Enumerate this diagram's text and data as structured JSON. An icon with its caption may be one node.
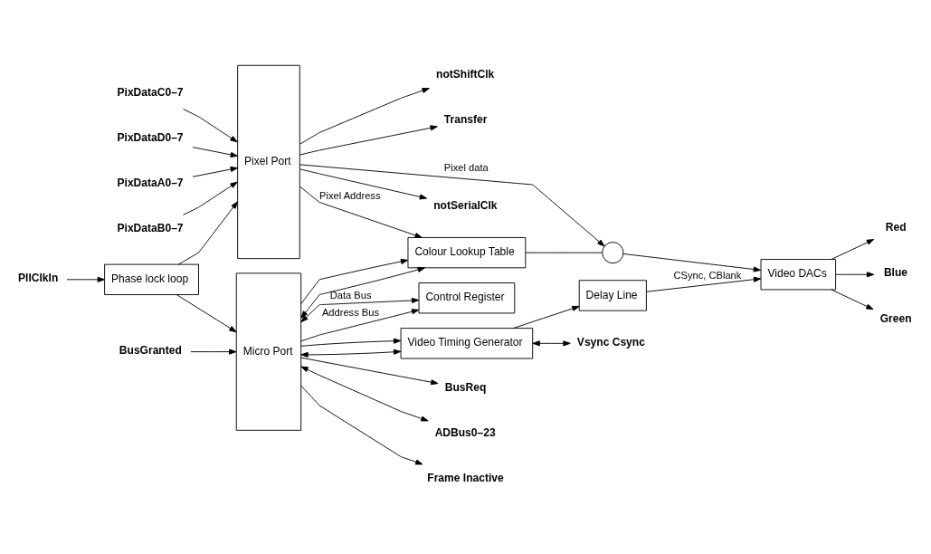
{
  "diagram": {
    "nodes": [
      {
        "text": [
          "PllClkIn"
        ]
      },
      {
        "text": [
          "Phase lock loop"
        ]
      },
      {
        "text": [
          "Micro Port"
        ]
      },
      {
        "text": [
          "Control Register"
        ]
      },
      {
        "text": [
          "Video Timing Generator"
        ]
      },
      {
        "text": [
          "Colour Lookup Table"
        ]
      },
      {
        "text": [
          "Pixel Port"
        ]
      },
      {
        "text": [],
        "shape": "circle"
      },
      {
        "text": [
          "Delay Line"
        ]
      },
      {
        "text": [
          "Video DACs"
        ]
      },
      {
        "text": [
          "BusGranted"
        ]
      },
      {
        "text": [
          "BusReq"
        ]
      },
      {
        "text": [
          "ADBus0–23"
        ]
      },
      {
        "text": [
          "Frame Inactive"
        ]
      },
      {
        "text": [
          "PixDataA0–7"
        ]
      },
      {
        "text": [
          "PixDataB0–7"
        ]
      },
      {
        "text": [
          "PixDataC0–7"
        ]
      },
      {
        "text": [
          "PixDataD0–7"
        ]
      },
      {
        "text": [
          "notSerialClk"
        ]
      },
      {
        "text": [
          "notShiftClk"
        ]
      },
      {
        "text": [
          "Transfer"
        ]
      },
      {
        "text": [
          "Red"
        ]
      },
      {
        "text": [
          "Blue"
        ]
      },
      {
        "text": [
          "Green"
        ]
      },
      {
        "text": [
          "Vsync Csync"
        ]
      }
    ],
    "edges": [
      {
        "from": 0,
        "to": 1,
        "arrow": "to"
      },
      {
        "from": 1,
        "to": 2,
        "arrow": "to"
      },
      {
        "from": 1,
        "to": 6,
        "arrow": "to"
      },
      {
        "from": 10,
        "to": 2,
        "arrow": "to"
      },
      {
        "from": 2,
        "to": 11,
        "arrow": "to"
      },
      {
        "from": 2,
        "to": 12,
        "arrow": "both"
      },
      {
        "from": 2,
        "to": 13,
        "arrow": "to"
      },
      {
        "from": 2,
        "to": 3,
        "arrow": "both",
        "label": "Data Bus"
      },
      {
        "from": 2,
        "to": 4,
        "arrow": "both"
      },
      {
        "from": 2,
        "to": 5,
        "arrow": "both"
      },
      {
        "from": 2,
        "to": 3,
        "arrow": "to",
        "label": "Address Bus"
      },
      {
        "from": 2,
        "to": 4,
        "arrow": "to"
      },
      {
        "from": 2,
        "to": 5,
        "arrow": "to"
      },
      {
        "from": 6,
        "to": 5,
        "arrow": "to",
        "label": "Pixel Address"
      },
      {
        "from": 6,
        "to": 7,
        "arrow": "to",
        "label": "Pixel data"
      },
      {
        "from": 5,
        "to": 7,
        "arrow": "none"
      },
      {
        "from": 7,
        "to": 9,
        "arrow": "to"
      },
      {
        "from": 4,
        "to": 8,
        "arrow": "to"
      },
      {
        "from": 8,
        "to": 9,
        "arrow": "to",
        "label": "CSync, CBlank"
      },
      {
        "from": 4,
        "to": 24,
        "arrow": "both"
      },
      {
        "from": 14,
        "to": 6,
        "arrow": "to"
      },
      {
        "from": 15,
        "to": 6,
        "arrow": "to"
      },
      {
        "from": 16,
        "to": 6,
        "arrow": "to"
      },
      {
        "from": 17,
        "to": 6,
        "arrow": "to"
      },
      {
        "from": 6,
        "to": 18,
        "arrow": "to"
      },
      {
        "from": 6,
        "to": 19,
        "arrow": "to"
      },
      {
        "from": 6,
        "to": 20,
        "arrow": "to"
      },
      {
        "from": 9,
        "to": 21,
        "arrow": "to"
      },
      {
        "from": 9,
        "to": 22,
        "arrow": "to"
      },
      {
        "from": 9,
        "to": 23,
        "arrow": "to"
      }
    ]
  }
}
